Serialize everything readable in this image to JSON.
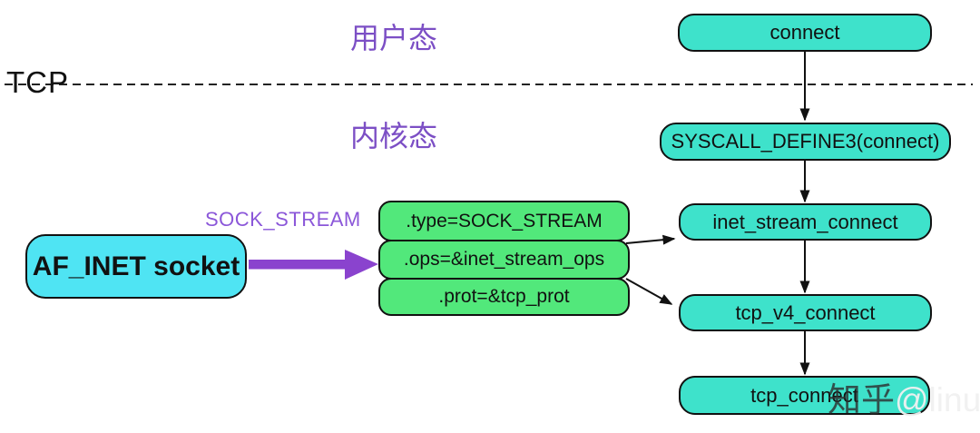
{
  "diagram": {
    "region_labels": {
      "user_mode": "用户态",
      "kernel_mode": "内核态",
      "protocol": "TCP"
    },
    "arrow_label": "SOCK_STREAM",
    "socket_box": "AF_INET socket",
    "struct_fields": [
      ".type=SOCK_STREAM",
      ".ops=&inet_stream_ops",
      ".prot=&tcp_prot"
    ],
    "flow_nodes": [
      "connect",
      "SYSCALL_DEFINE3(connect)",
      "inet_stream_connect",
      "tcp_v4_connect",
      "tcp_connect"
    ],
    "watermark": {
      "brand": "知乎",
      "handle": "@linux"
    },
    "colors": {
      "flow_box_fill": "#3EE2CB",
      "socket_box_fill": "#4FE4F3",
      "struct_box_fill": "#52E87B",
      "box_border": "#111111",
      "purple_label": "#7C4FC5",
      "arrow_label_purple": "#8B57D9",
      "purple_arrow_fill": "#8A43CE",
      "line_color": "#1a1a1a"
    }
  }
}
